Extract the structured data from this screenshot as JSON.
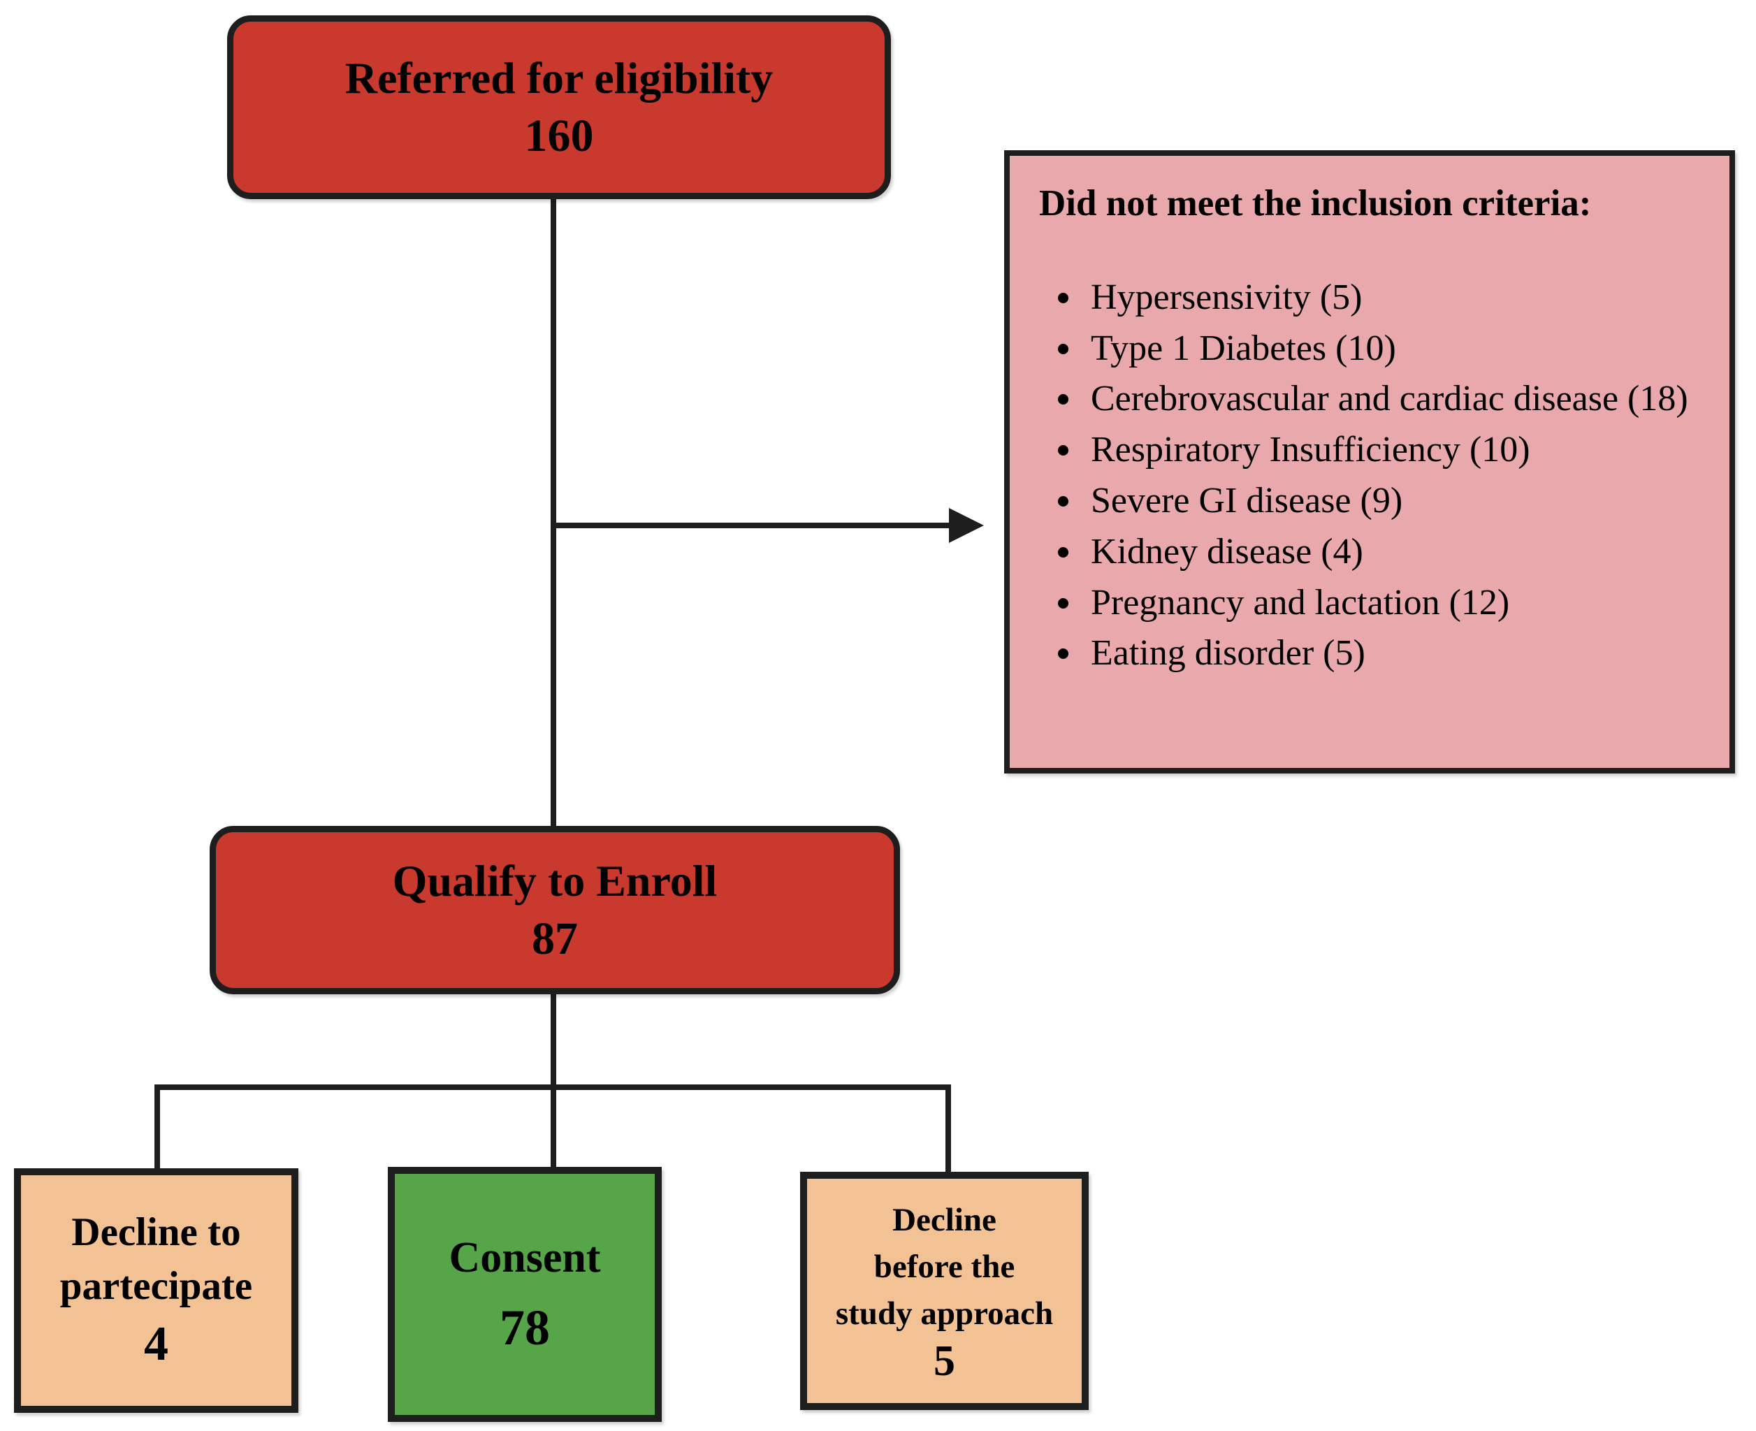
{
  "page": {
    "background": "#ffffff"
  },
  "colors": {
    "node_red": "#c9392d",
    "node_pink": "#e8a8ac",
    "node_peach": "#f2c194",
    "node_green": "#56a548",
    "connector_black": "#1e1e1e",
    "text": "#000000"
  },
  "nodes": {
    "referred": {
      "title": "Referred for eligibility",
      "count": "160"
    },
    "exclusion": {
      "title": "Did not meet the inclusion criteria:",
      "items": [
        "Hypersensivity (5)",
        "Type 1 Diabetes (10)",
        "Cerebrovascular and cardiac disease (18)",
        "Respiratory Insufficiency (10)",
        "Severe GI disease (9)",
        "Kidney disease (4)",
        "Pregnancy and lactation (12)",
        "Eating disorder (5)"
      ]
    },
    "qualify": {
      "title": "Qualify to Enroll",
      "count": "87"
    },
    "decline_participate": {
      "title": "Decline to\npartecipate",
      "count": "4"
    },
    "consent": {
      "title": "Consent",
      "count": "78"
    },
    "decline_before_approach": {
      "title": "Decline\nbefore the\nstudy approach",
      "count": "5"
    }
  }
}
